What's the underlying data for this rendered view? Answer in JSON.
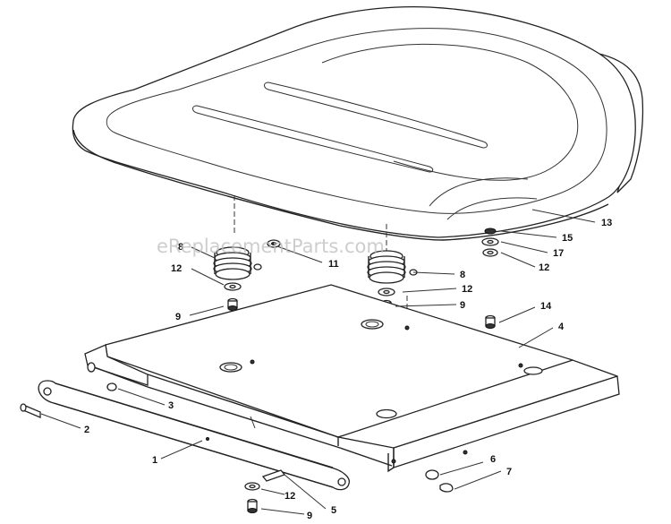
{
  "watermark": "eReplacementParts.com",
  "callouts": [
    {
      "id": "c13",
      "label": "13"
    },
    {
      "id": "c15",
      "label": "15"
    },
    {
      "id": "c17",
      "label": "17"
    },
    {
      "id": "c12a",
      "label": "12"
    },
    {
      "id": "c8a",
      "label": "8"
    },
    {
      "id": "c11",
      "label": "11"
    },
    {
      "id": "c12b",
      "label": "12"
    },
    {
      "id": "c9a",
      "label": "9"
    },
    {
      "id": "c8b",
      "label": "8"
    },
    {
      "id": "c12c",
      "label": "12"
    },
    {
      "id": "c9b",
      "label": "9"
    },
    {
      "id": "c14",
      "label": "14"
    },
    {
      "id": "c4",
      "label": "4"
    },
    {
      "id": "c3",
      "label": "3"
    },
    {
      "id": "c2",
      "label": "2"
    },
    {
      "id": "c1",
      "label": "1"
    },
    {
      "id": "c6",
      "label": "6"
    },
    {
      "id": "c7",
      "label": "7"
    },
    {
      "id": "c12d",
      "label": "12"
    },
    {
      "id": "c5",
      "label": "5"
    },
    {
      "id": "c9c",
      "label": "9"
    }
  ]
}
